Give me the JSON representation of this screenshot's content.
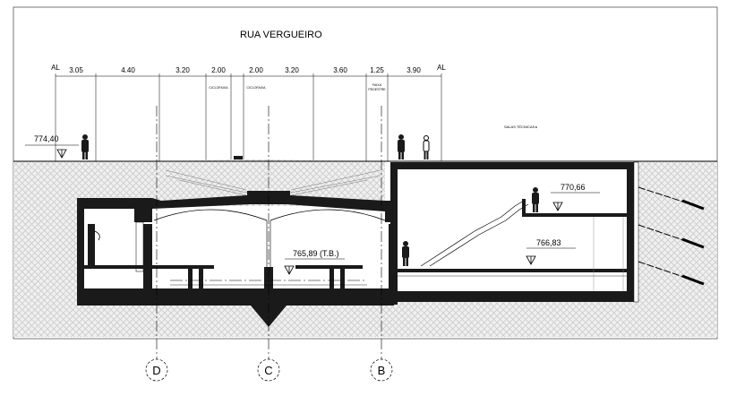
{
  "street": "RUA VERGUEIRO",
  "al_left": "AL",
  "al_right": "AL",
  "dimensions": [
    "3.05",
    "4.40",
    "3.20",
    "2.00",
    "2.00",
    "3.20",
    "3.60",
    "1.25",
    "3.90"
  ],
  "small_labels": {
    "ciclofaixa_1": "CICLOFAIXA",
    "ciclofaixa_2": "CICLOFAIXA",
    "faixa_line1": "FAIXA",
    "faixa_line2": "PEDESTRE"
  },
  "salas_label": "SALAS TÉCNICAS ▸",
  "levels": {
    "ground": "774,40",
    "mezzanine": "770,66",
    "concourse": "766,83",
    "platform": "765,89 (T.B.)"
  },
  "axes": [
    "D",
    "C",
    "B"
  ],
  "colors": {
    "concrete": "#1a1a1a",
    "soil": "#ededed",
    "line": "#000000"
  }
}
